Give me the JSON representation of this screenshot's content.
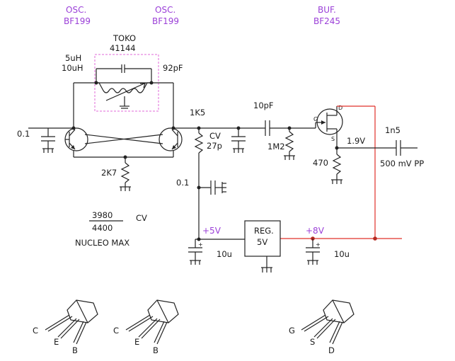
{
  "headers": {
    "osc1_title": "OSC.",
    "osc1_part": "BF199",
    "osc2_title": "OSC.",
    "osc2_part": "BF199",
    "buf_title": "BUF.",
    "buf_part": "BF245"
  },
  "components": {
    "toko_name": "TOKO",
    "toko_part": "41144",
    "ind_5u": "5uH",
    "ind_10u": "10uH",
    "cap_92p": "92pF",
    "cap_left": "0.1",
    "res_1k5": "1K5",
    "cv_label": "CV",
    "cv_value": "27p",
    "cap_10p": "10pF",
    "res_1m2": "1M2",
    "fet_d": "D",
    "fet_g": "G",
    "fet_s": "S",
    "voltage_1v9": "1.9V",
    "cap_1n5": "1n5",
    "output_level": "500 mV PP",
    "res_470": "470",
    "res_2k7": "2K7",
    "cap_mid": "0.1",
    "rail_5v": "+5V",
    "rail_8v": "+8V",
    "reg_line1": "REG.",
    "reg_line2": "5V",
    "cap_10u_left": "10u",
    "cap_10u_right": "10u",
    "elec_plus_left": "+",
    "elec_plus_right": "+"
  },
  "notes": {
    "fraction_top": "3980",
    "fraction_bottom": "4400",
    "fraction_unit": "CV",
    "nucleo": "NUCLEO MAX"
  },
  "pinouts": [
    {
      "pins": [
        "C",
        "E",
        "B"
      ]
    },
    {
      "pins": [
        "C",
        "E",
        "B"
      ]
    },
    {
      "pins": [
        "G",
        "S",
        "D"
      ]
    }
  ],
  "colors": {
    "header_text": "#9b40d8",
    "supply_wire": "#e0302a",
    "coil_box": "#e26ad8"
  }
}
